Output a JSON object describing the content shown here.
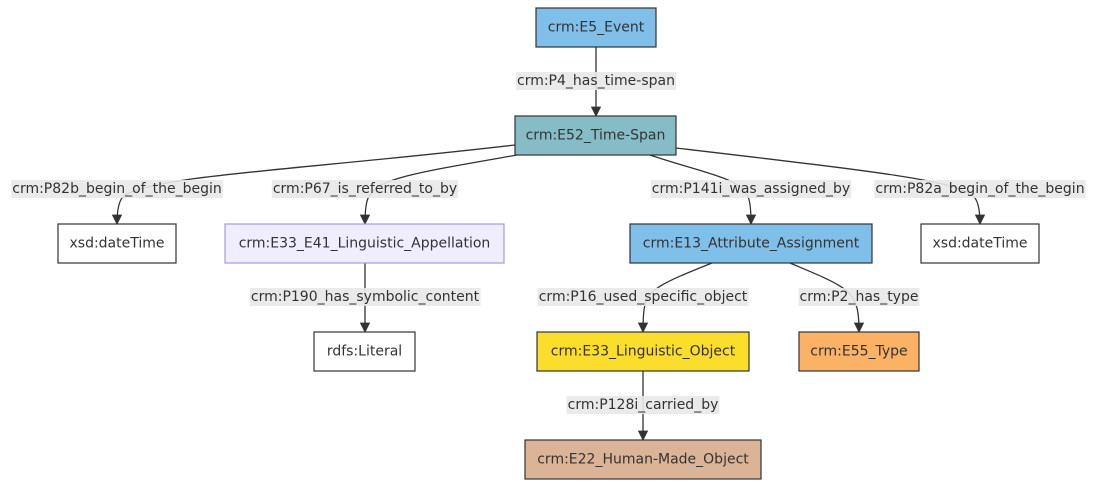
{
  "nodes": [
    {
      "id": "event",
      "label": "crm:E5_Event",
      "color": "#7fbfea",
      "border": "#333333"
    },
    {
      "id": "timespan",
      "label": "crm:E52_Time-Span",
      "color": "#86bcc5",
      "border": "#333333"
    },
    {
      "id": "dt1",
      "label": "xsd:dateTime",
      "color": "#ffffff",
      "border": "#333333"
    },
    {
      "id": "appellation",
      "label": "crm:E33_E41_Linguistic_Appellation",
      "color": "#efedff",
      "border": "#a79ae0"
    },
    {
      "id": "attr",
      "label": "crm:E13_Attribute_Assignment",
      "color": "#7fbfea",
      "border": "#333333"
    },
    {
      "id": "dt2",
      "label": "xsd:dateTime",
      "color": "#ffffff",
      "border": "#333333"
    },
    {
      "id": "literal",
      "label": "rdfs:Literal",
      "color": "#ffffff",
      "border": "#333333"
    },
    {
      "id": "lingobj",
      "label": "crm:E33_Linguistic_Object",
      "color": "#fbdd2c",
      "border": "#333333"
    },
    {
      "id": "type",
      "label": "crm:E55_Type",
      "color": "#fbb264",
      "border": "#333333"
    },
    {
      "id": "hmo",
      "label": "crm:E22_Human-Made_Object",
      "color": "#dbb497",
      "border": "#333333"
    }
  ],
  "edges": [
    {
      "id": "p4",
      "label": "crm:P4_has_time-span"
    },
    {
      "id": "p82b",
      "label": "crm:P82b_begin_of_the_begin"
    },
    {
      "id": "p67",
      "label": "crm:P67_is_referred_to_by"
    },
    {
      "id": "p141i",
      "label": "crm:P141i_was_assigned_by"
    },
    {
      "id": "p82a",
      "label": "crm:P82a_begin_of_the_begin"
    },
    {
      "id": "p190",
      "label": "crm:P190_has_symbolic_content"
    },
    {
      "id": "p16",
      "label": "crm:P16_used_specific_object"
    },
    {
      "id": "p2",
      "label": "crm:P2_has_type"
    },
    {
      "id": "p128i",
      "label": "crm:P128i_carried_by"
    }
  ]
}
